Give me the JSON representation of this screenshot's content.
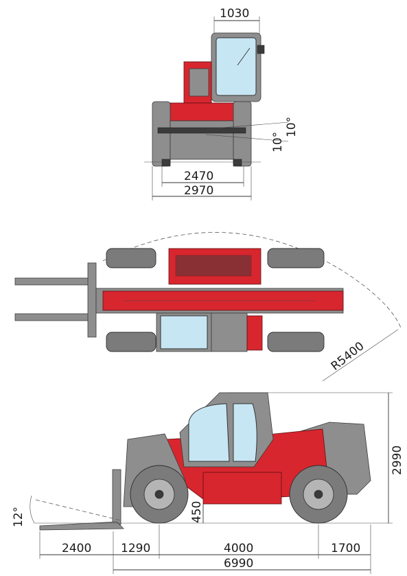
{
  "front_view": {
    "dim_cab_width": "1030",
    "dim_track": "2470",
    "dim_overall_width": "2970",
    "angle_upper": "10°",
    "angle_lower": "10°"
  },
  "top_view": {
    "turning_radius": "R5400"
  },
  "side_view": {
    "dim_height": "2990",
    "dim_ground_clearance": "450",
    "fork_tilt_angle": "12°",
    "dim_fork_length": "2400",
    "dim_front_overhang": "1290",
    "dim_wheelbase": "4000",
    "dim_rear_overhang": "1700",
    "dim_overall_length": "6990"
  }
}
